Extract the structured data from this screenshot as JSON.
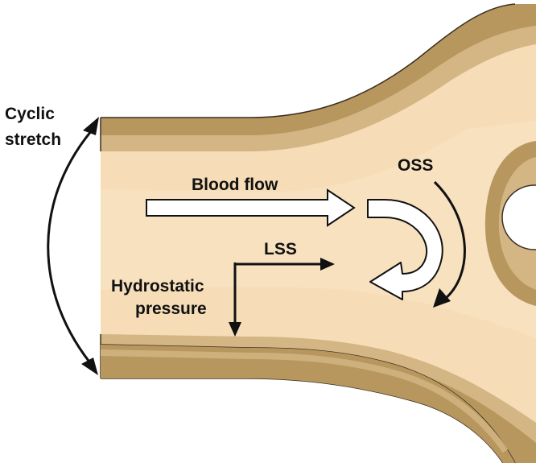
{
  "labels": {
    "cyclic_stretch_line1": "Cyclic",
    "cyclic_stretch_line2": "stretch",
    "blood_flow": "Blood flow",
    "oss": "OSS",
    "lss": "LSS",
    "hydrostatic_line1": "Hydrostatic",
    "hydrostatic_line2": "pressure"
  },
  "colors": {
    "vessel_wall_outer": "#B8975E",
    "vessel_wall_inner": "#D3B684",
    "lumen": "#F6DDB7",
    "lumen_center": "#F9E5C5",
    "outline": "#3A3022",
    "arrow_fill": "#FFFFFF",
    "arrow_stroke": "#111111"
  }
}
